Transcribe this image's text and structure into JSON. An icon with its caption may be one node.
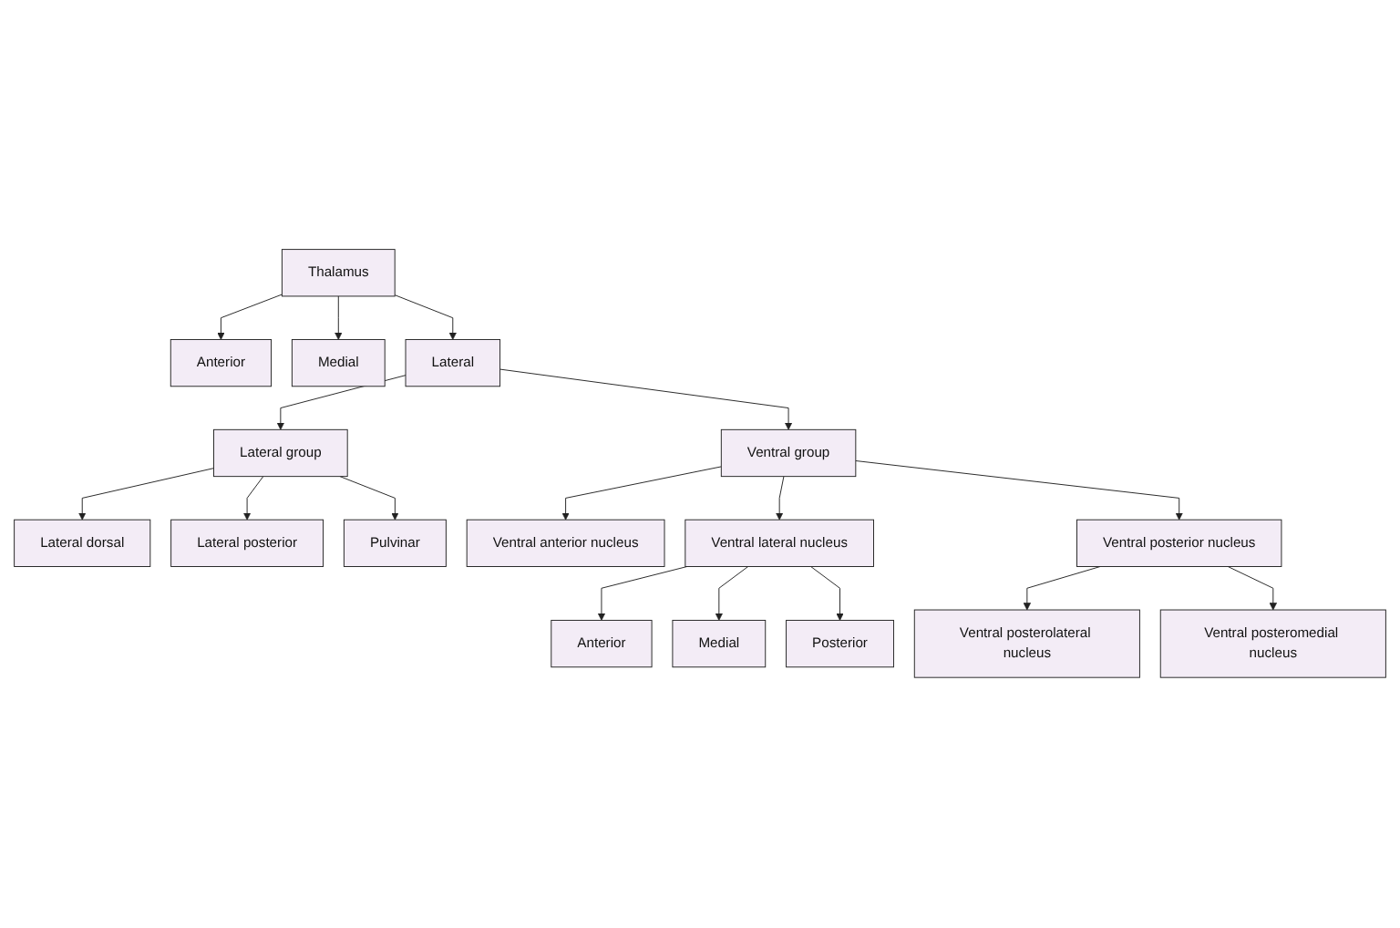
{
  "diagram": {
    "nodes": [
      {
        "text": [
          "Thalamus"
        ]
      },
      {
        "text": [
          "Anterior"
        ]
      },
      {
        "text": [
          "Medial"
        ]
      },
      {
        "text": [
          "Lateral"
        ]
      },
      {
        "text": [
          "Lateral group"
        ]
      },
      {
        "text": [
          "Ventral group"
        ]
      },
      {
        "text": [
          "Lateral dorsal"
        ]
      },
      {
        "text": [
          "Lateral posterior"
        ]
      },
      {
        "text": [
          "Pulvinar"
        ]
      },
      {
        "text": [
          "Ventral anterior nucleus"
        ]
      },
      {
        "text": [
          "Ventral lateral nucleus"
        ]
      },
      {
        "text": [
          "Ventral posterior nucleus"
        ]
      },
      {
        "text": [
          "Anterior"
        ]
      },
      {
        "text": [
          "Medial"
        ]
      },
      {
        "text": [
          "Posterior"
        ]
      },
      {
        "text": [
          "Ventral posterolateral nucleus"
        ]
      },
      {
        "text": [
          "Ventral posteromedial nucleus"
        ]
      }
    ],
    "edges": [
      {
        "from": 0,
        "to": 1,
        "arrow": "to"
      },
      {
        "from": 0,
        "to": 2,
        "arrow": "to"
      },
      {
        "from": 0,
        "to": 3,
        "arrow": "to"
      },
      {
        "from": 3,
        "to": 4,
        "arrow": "to"
      },
      {
        "from": 3,
        "to": 5,
        "arrow": "to"
      },
      {
        "from": 4,
        "to": 6,
        "arrow": "to"
      },
      {
        "from": 4,
        "to": 7,
        "arrow": "to"
      },
      {
        "from": 4,
        "to": 8,
        "arrow": "to"
      },
      {
        "from": 5,
        "to": 9,
        "arrow": "to"
      },
      {
        "from": 5,
        "to": 10,
        "arrow": "to"
      },
      {
        "from": 5,
        "to": 11,
        "arrow": "to"
      },
      {
        "from": 10,
        "to": 12,
        "arrow": "to"
      },
      {
        "from": 10,
        "to": 13,
        "arrow": "to"
      },
      {
        "from": 10,
        "to": 14,
        "arrow": "to"
      },
      {
        "from": 11,
        "to": 15,
        "arrow": "to"
      },
      {
        "from": 11,
        "to": 16,
        "arrow": "to"
      }
    ]
  }
}
